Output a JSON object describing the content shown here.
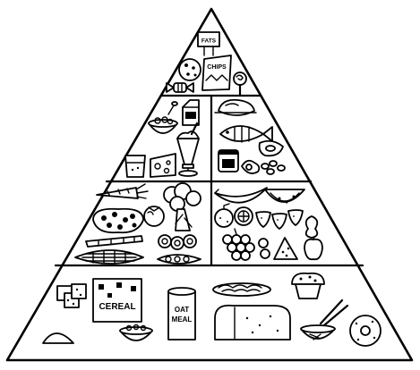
{
  "labels": {
    "fats_sign": "FATS",
    "chips": "CHIPS",
    "cereal": "CEREAL",
    "oat": "OAT",
    "meal": "MEAL"
  },
  "levels": [
    {
      "items": [
        "fats-sign",
        "cookie",
        "chips-bag",
        "lollipop",
        "candy"
      ]
    },
    {
      "items": [
        "yogurt-bowl",
        "milk-carton",
        "milkshake",
        "glass-of-milk",
        "cheese",
        "chicken",
        "fish",
        "steak",
        "jar",
        "egg",
        "nuts"
      ]
    },
    {
      "items": [
        "carrot",
        "broccoli",
        "lima-beans",
        "tomato",
        "green-beans",
        "onion-rings",
        "corn"
      ]
    },
    {
      "items": [
        "banana",
        "watermelon-slice",
        "orange",
        "strawberries",
        "grapes",
        "pear",
        "apple"
      ]
    },
    {
      "items": [
        "crackers",
        "cereal-box",
        "cereal-bowl",
        "taco",
        "oat-meal-box",
        "spaghetti",
        "muffin",
        "bread-loaf",
        "rice-bowl",
        "bagel"
      ]
    }
  ]
}
